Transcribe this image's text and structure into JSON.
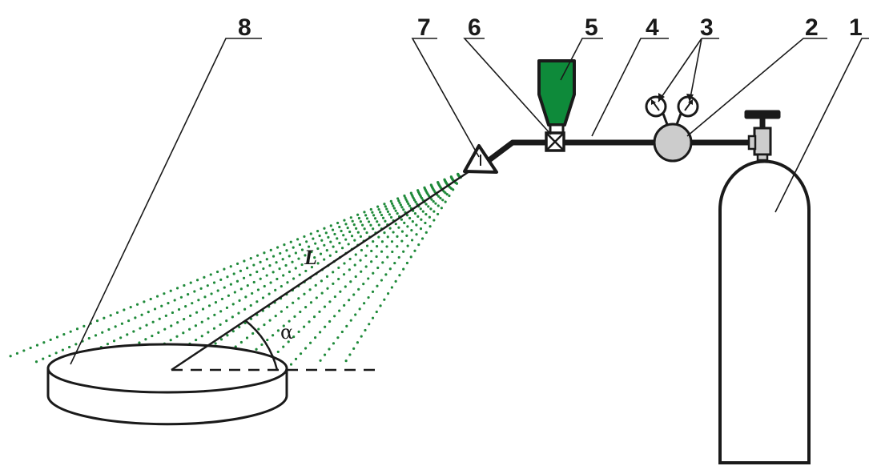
{
  "diagram": {
    "callouts": [
      "1",
      "2",
      "3",
      "4",
      "5",
      "6",
      "7",
      "8"
    ],
    "length_label": "L",
    "angle_label": "α"
  },
  "colors": {
    "ink": "#1a1a1a",
    "spray": "#1f8a3a",
    "container": "#0e8a3a",
    "regulator": "#cccccc"
  }
}
